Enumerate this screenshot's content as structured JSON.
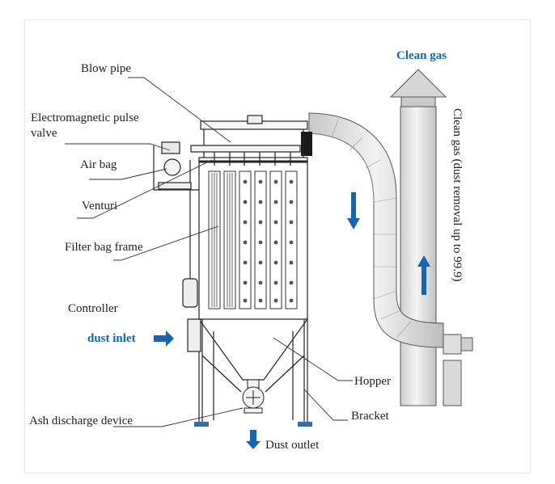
{
  "labels": {
    "blow_pipe": "Blow pipe",
    "pulse_valve_line1": "Electromagnetic pulse",
    "pulse_valve_line2": "valve",
    "air_bag": "Air bag",
    "venturi": "Venturi",
    "filter_bag_frame": "Filter bag frame",
    "controller": "Controller",
    "dust_inlet": "dust inlet",
    "ash_discharge": "Ash discharge device",
    "dust_outlet": "Dust outlet",
    "hopper": "Hopper",
    "bracket": "Bracket",
    "clean_gas_top": "Clean gas",
    "clean_gas_side": "Clean gas (dust removal up to 99.9)"
  },
  "colors": {
    "accent_blue": "#1565b5",
    "line": "#333333",
    "pipe_fill": "#d9d9d9",
    "foot_blue": "#2f6db3"
  }
}
